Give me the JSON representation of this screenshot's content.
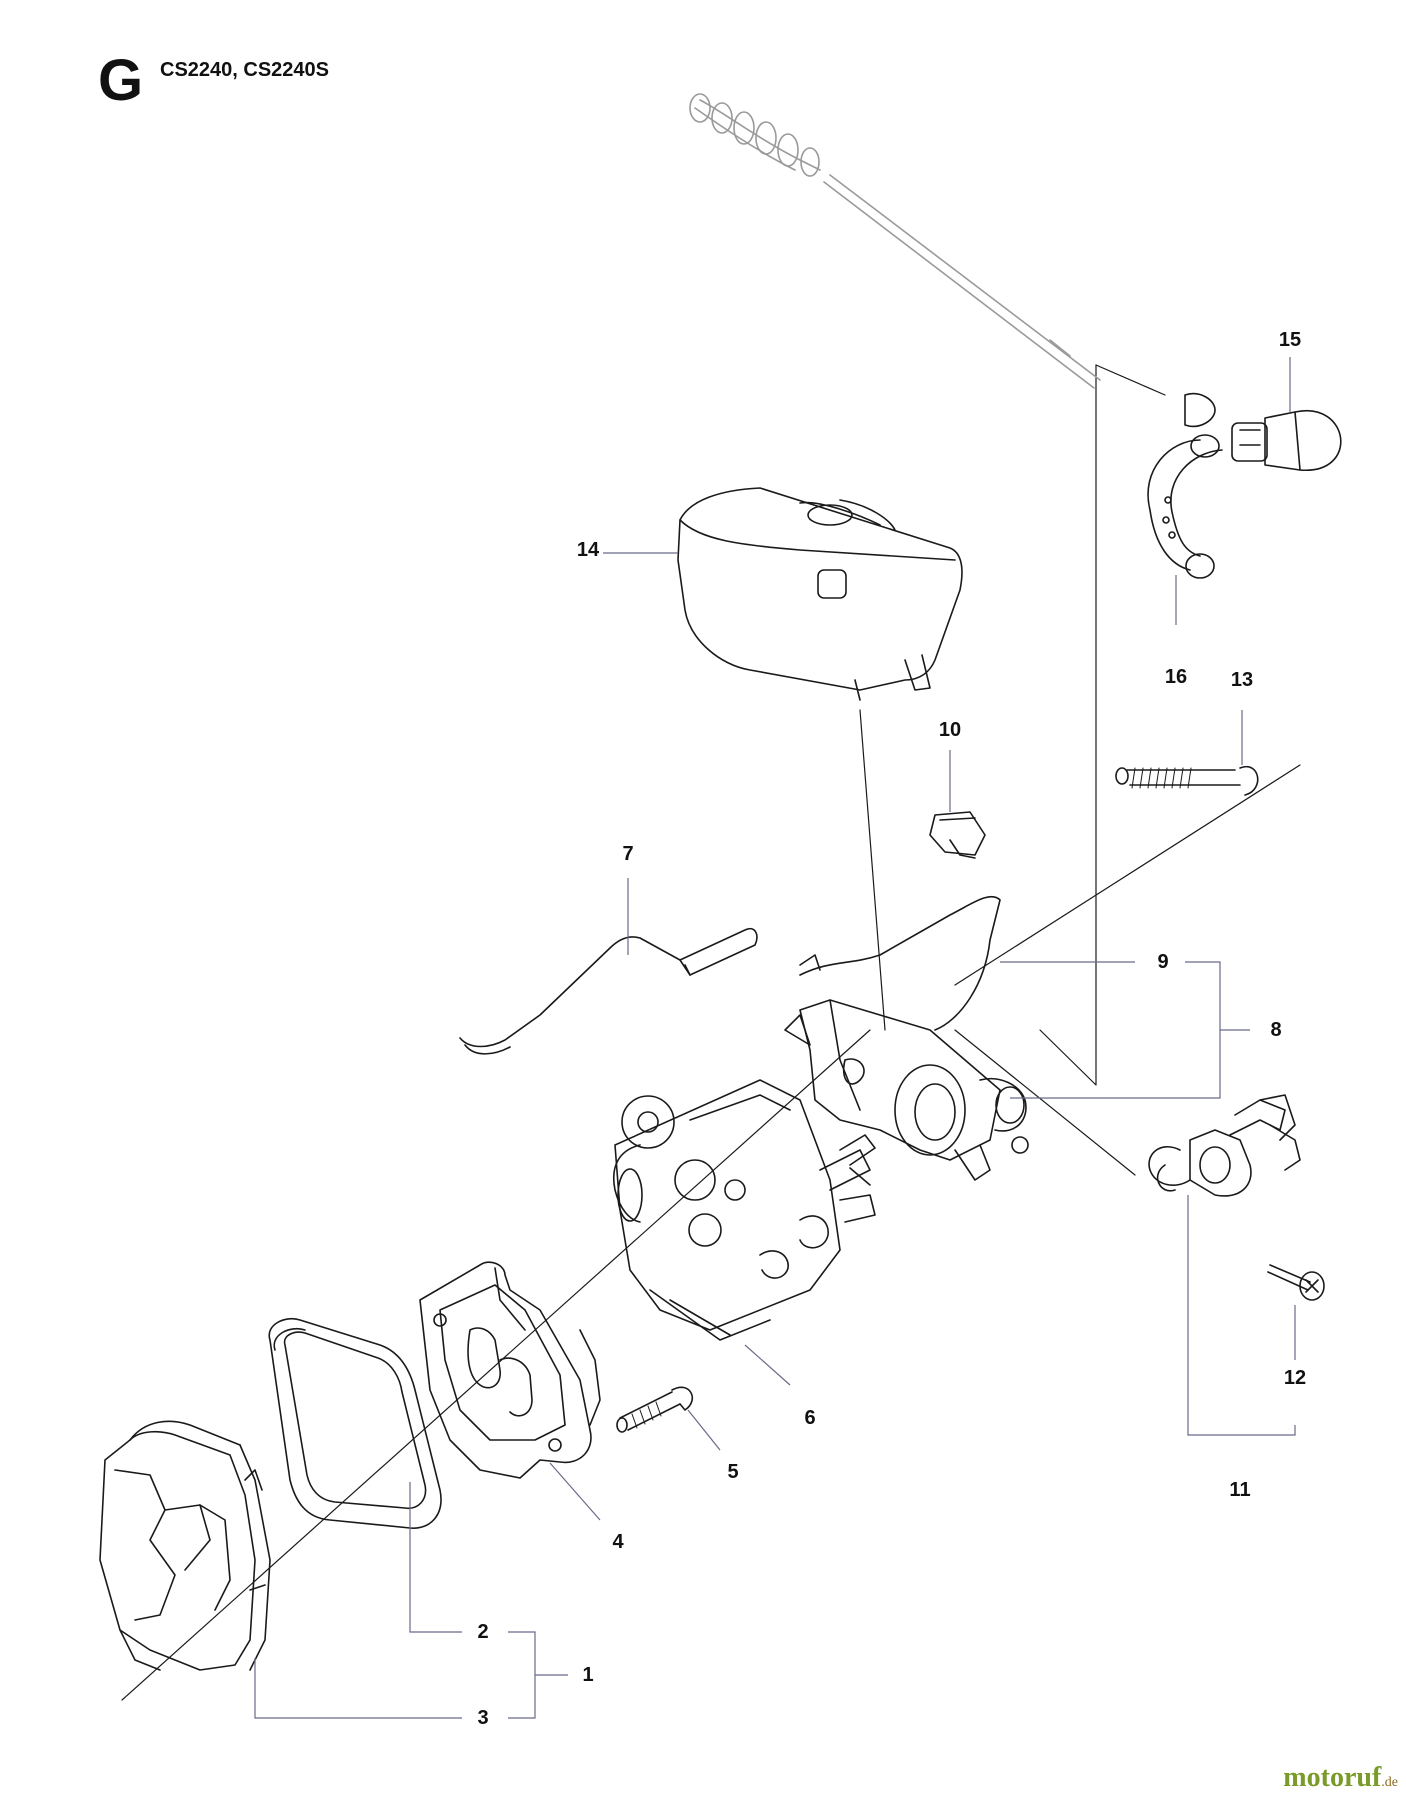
{
  "header": {
    "section_letter": "G",
    "models": "CS2240, CS2240S"
  },
  "callouts": [
    {
      "id": "1",
      "label": "1"
    },
    {
      "id": "2",
      "label": "2"
    },
    {
      "id": "3",
      "label": "3"
    },
    {
      "id": "4",
      "label": "4"
    },
    {
      "id": "5",
      "label": "5"
    },
    {
      "id": "6",
      "label": "6"
    },
    {
      "id": "7",
      "label": "7"
    },
    {
      "id": "8",
      "label": "8"
    },
    {
      "id": "9",
      "label": "9"
    },
    {
      "id": "10",
      "label": "10"
    },
    {
      "id": "11",
      "label": "11"
    },
    {
      "id": "12",
      "label": "12"
    },
    {
      "id": "13",
      "label": "13"
    },
    {
      "id": "14",
      "label": "14"
    },
    {
      "id": "15",
      "label": "15"
    },
    {
      "id": "16",
      "label": "16"
    }
  ],
  "watermark": {
    "main": "motoruf",
    "tld": ".de"
  },
  "colors": {
    "line": "#1a1a1a",
    "leader": "#6a6a8a",
    "fuel_line": "#9a9a9a",
    "watermark_main": "#7a9a2a",
    "watermark_tld": "#8a6a20"
  }
}
